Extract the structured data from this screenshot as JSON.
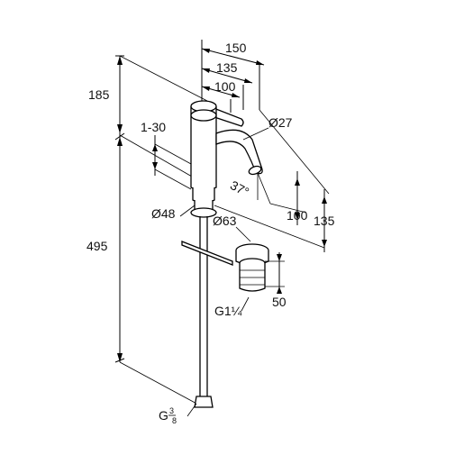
{
  "dimensions": {
    "d150": "150",
    "d135_top": "135",
    "d100_top": "100",
    "d185": "185",
    "d1_30": "1-30",
    "dia27": "Ø27",
    "angle37": "37°",
    "d100_right": "100",
    "d135_right": "135",
    "dia48": "Ø48",
    "dia63": "Ø63",
    "d495": "495",
    "d50": "50",
    "g1_1_4": "G1¼",
    "g3_8_main": "G",
    "g3_8_num": "3",
    "g3_8_den": "8"
  }
}
